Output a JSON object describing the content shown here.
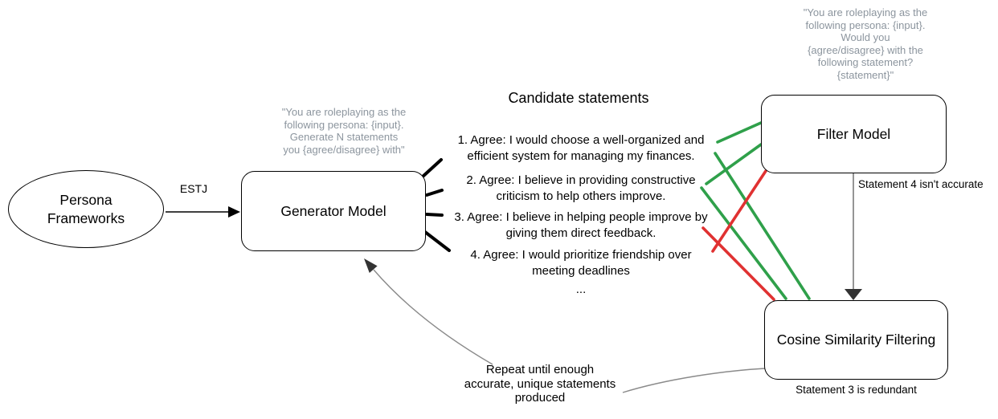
{
  "colors": {
    "accept_green": "#2fa04a",
    "reject_red": "#e03131",
    "prompt_gray": "#8c959e",
    "connector_gray": "#8a8a8a"
  },
  "nodes": {
    "persona": {
      "label": "Persona\nFrameworks"
    },
    "generator": {
      "label": "Generator Model",
      "prompt": "\"You are roleplaying as the\nfollowing persona: {input}.\nGenerate N statements\nyou {agree/disagree} with\""
    },
    "filter": {
      "label": "Filter Model",
      "prompt": "\"You are roleplaying as the\nfollowing persona: {input}.\nWould you\n{agree/disagree} with the\nfollowing statement?\n{statement}\""
    },
    "cosine": {
      "label": "Cosine Similarity Filtering"
    }
  },
  "candidates": {
    "title": "Candidate statements",
    "items": [
      "1. Agree: I would choose a well-organized and\nefficient system for managing my finances.",
      "2. Agree: I believe in providing constructive\ncriticism to help others improve.",
      "3. Agree: I believe in helping people improve by\ngiving them direct feedback.",
      "4. Agree: I would prioritize friendship over\nmeeting deadlines"
    ],
    "ellipsis": "..."
  },
  "annotations": {
    "estj": "ESTJ",
    "filter_note": "Statement 4 isn't accurate",
    "cosine_note": "Statement 3 is redundant",
    "repeat_note": "Repeat until enough\naccurate, unique statements\nproduced"
  }
}
